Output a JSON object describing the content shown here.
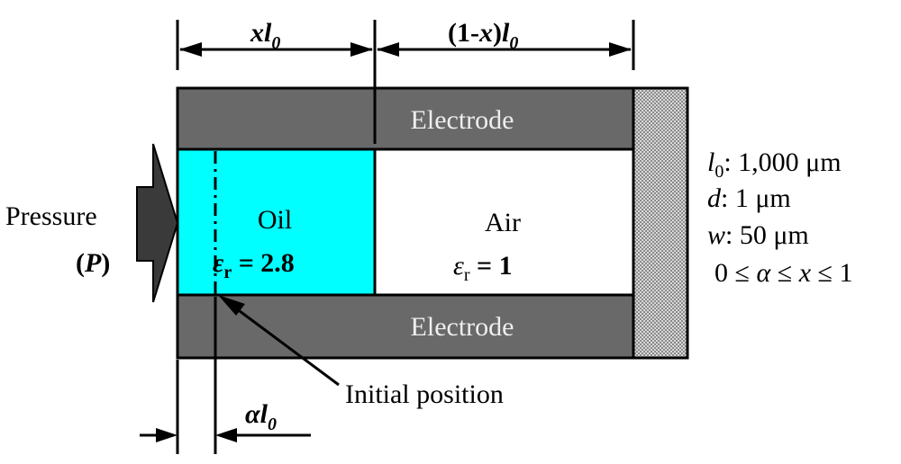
{
  "dimensions": {
    "top_left_x": "x",
    "top_left_l": "l",
    "top_left_sub": "0",
    "top_right_prefix": "(1-",
    "top_right_x": "x",
    "top_right_suffix": ")",
    "top_right_l": "l",
    "top_right_sub": "0",
    "bottom_alpha": "α",
    "bottom_l": "l",
    "bottom_sub": "0"
  },
  "electrodes": {
    "top_label": "Electrode",
    "bottom_label": "Electrode"
  },
  "oil": {
    "label": "Oil",
    "eps_symbol": "ε",
    "eps_sub": "r",
    "eps_value": " = 2.8"
  },
  "air": {
    "label": "Air",
    "eps_symbol": "ε",
    "eps_sub": "r",
    "eps_value": " = 1"
  },
  "pressure": {
    "label": "Pressure",
    "symbol_open": "(",
    "symbol": "P",
    "symbol_close": ")"
  },
  "initial_position": {
    "label": "Initial position"
  },
  "parameters": {
    "l0": {
      "symbol": "l",
      "sub": "0",
      "value": ": 1,000 μm"
    },
    "d": {
      "symbol": "d",
      "value": ": 1 μm"
    },
    "w": {
      "symbol": "w",
      "value": ": 50 μm"
    },
    "range": {
      "text_a": "0 ≤ ",
      "alpha": "α",
      "text_b": " ≤ ",
      "x": "x",
      "text_c": " ≤ 1"
    }
  },
  "colors": {
    "electrode": "#696969",
    "oil": "#00ffff",
    "air": "#ffffff",
    "outline": "#000000",
    "pressure_arrow": "#3a3a3a"
  }
}
